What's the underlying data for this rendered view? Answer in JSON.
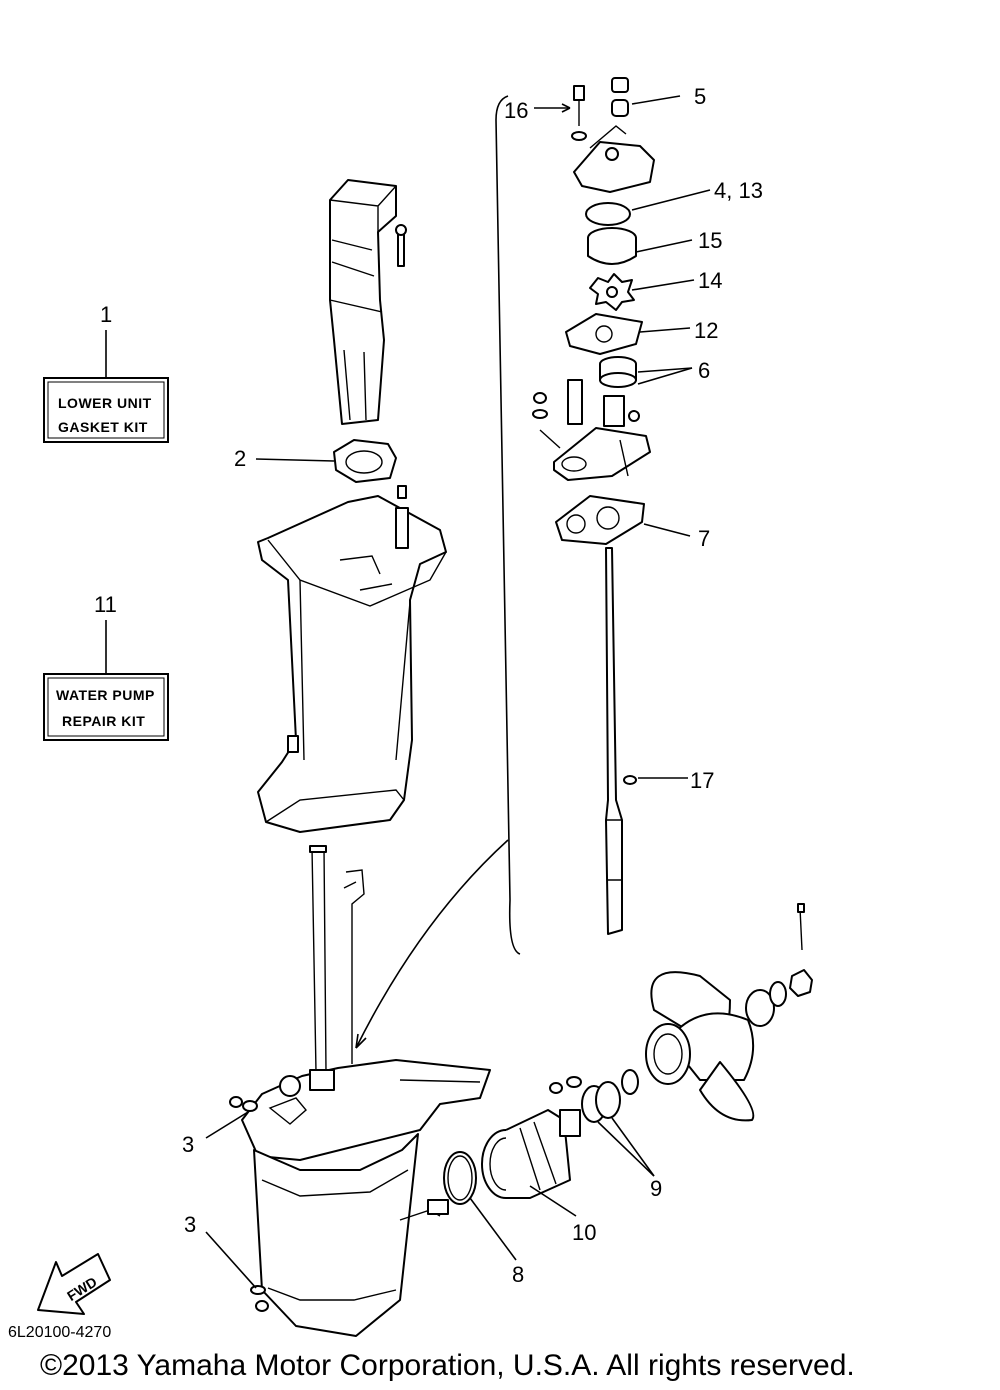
{
  "kits": {
    "lower_unit": {
      "number": "1",
      "line1": "LOWER UNIT",
      "line2": "GASKET KIT"
    },
    "water_pump": {
      "number": "11",
      "line1": "WATER PUMP",
      "line2": "REPAIR KIT"
    }
  },
  "callouts": {
    "c2": "2",
    "c3a": "3",
    "c3b": "3",
    "c4_13": "4, 13",
    "c5": "5",
    "c6": "6",
    "c7": "7",
    "c8": "8",
    "c9": "9",
    "c10": "10",
    "c12": "12",
    "c14": "14",
    "c15": "15",
    "c16": "16",
    "c17": "17"
  },
  "fwd_label": "FWD",
  "doc_number": "6L20100-4270",
  "copyright": "©2013 Yamaha Motor Corporation, U.S.A. All rights reserved."
}
